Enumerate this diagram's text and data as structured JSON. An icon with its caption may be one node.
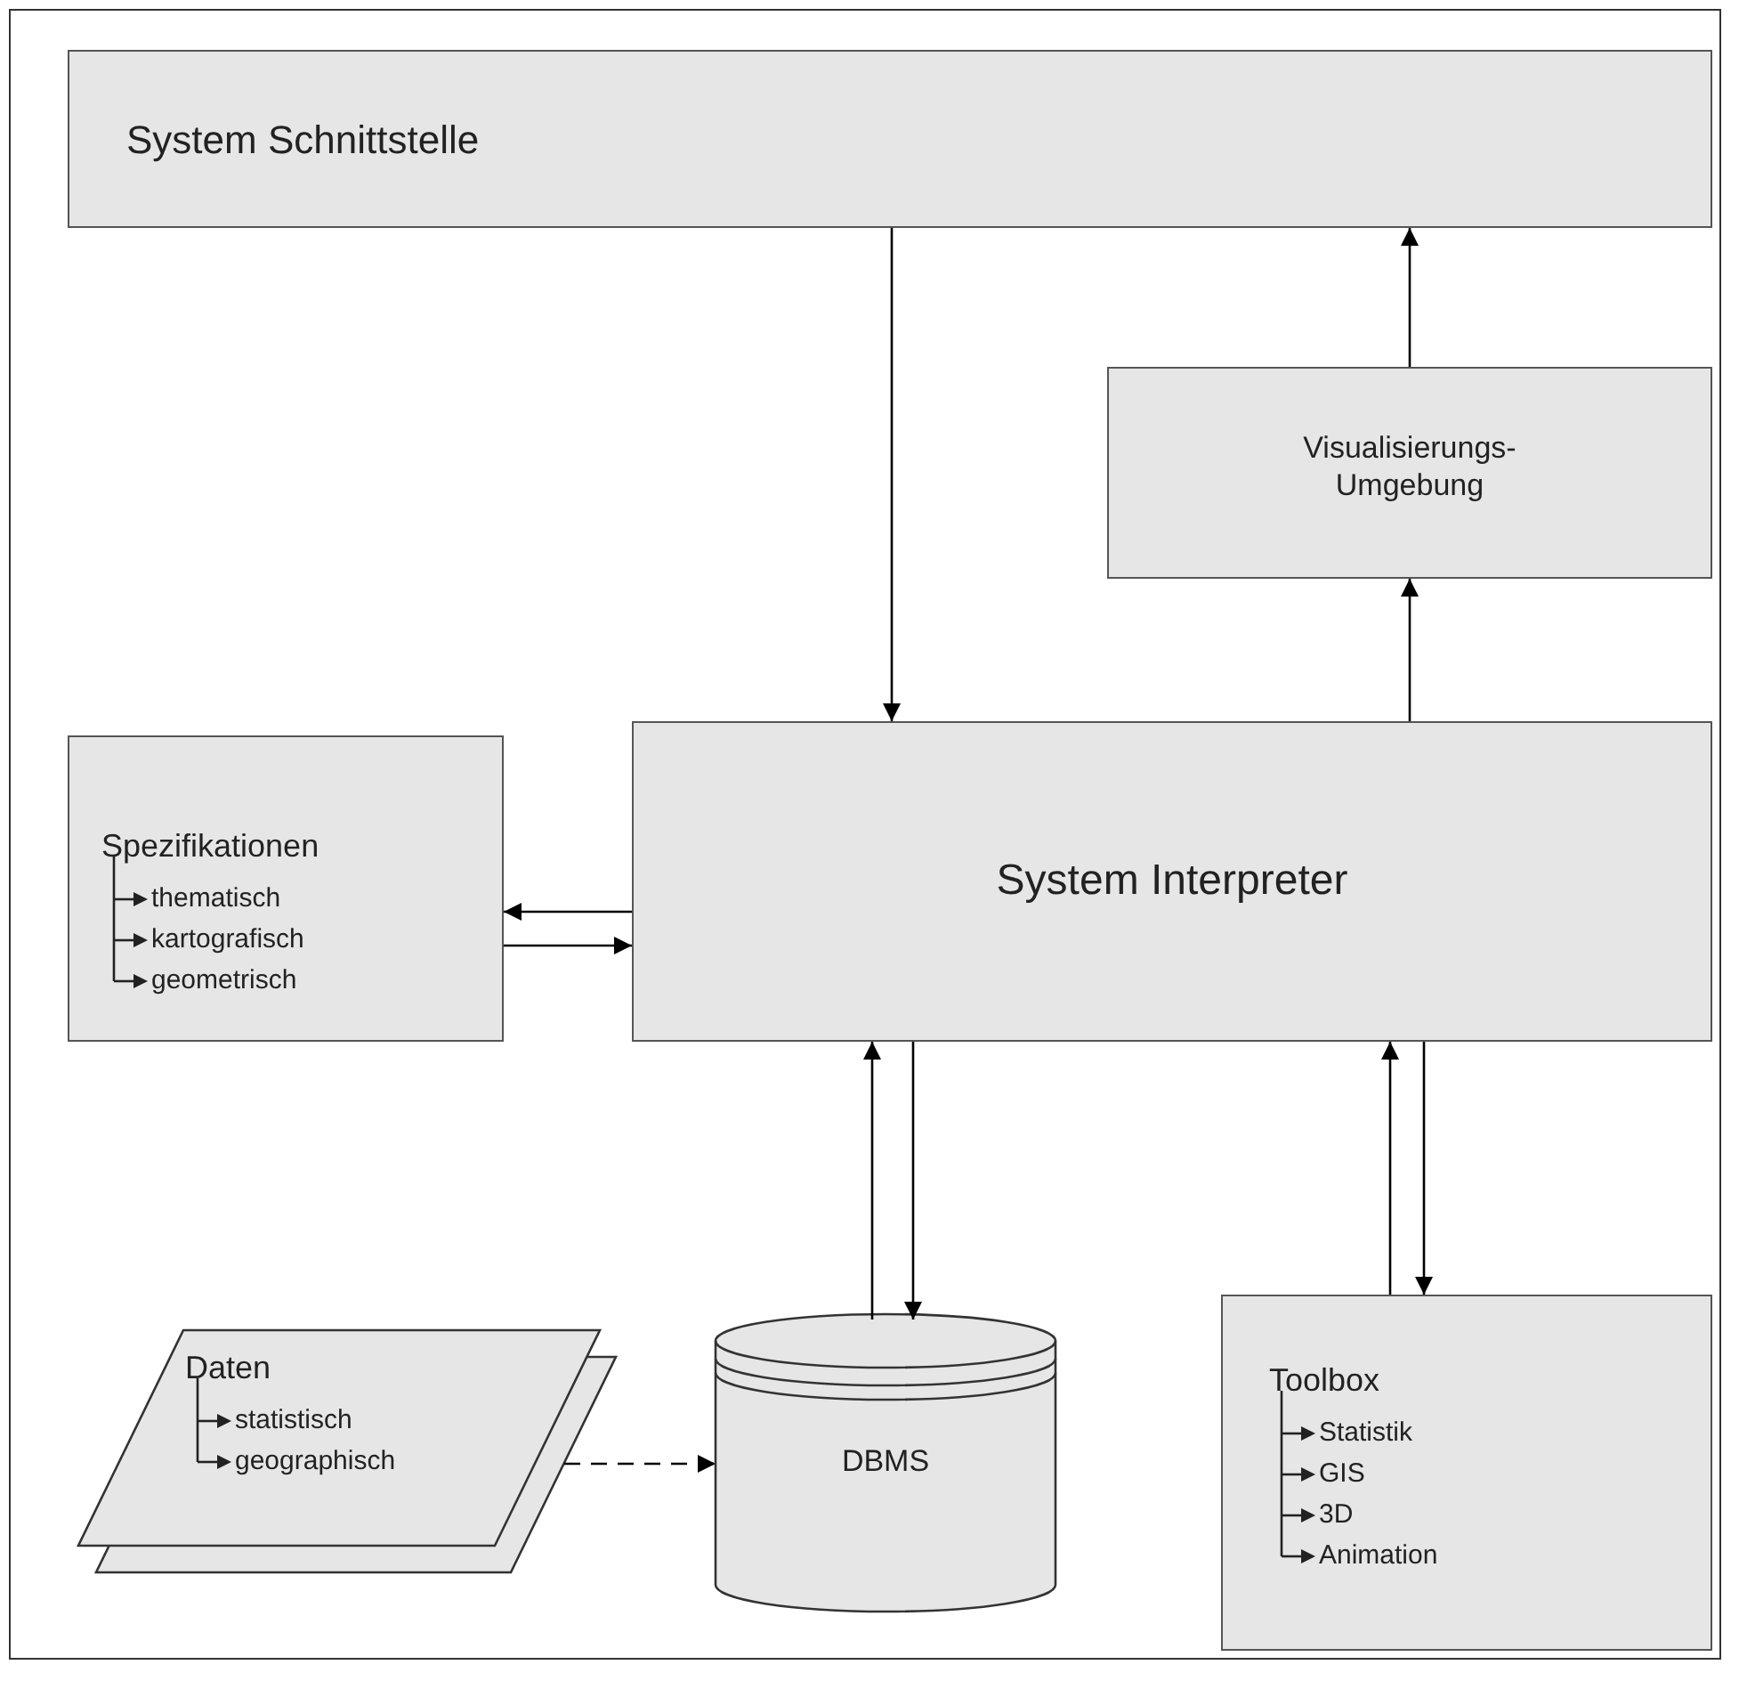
{
  "diagram": {
    "nodes": [
      {
        "text": [
          "System Schnittstelle"
        ]
      },
      {
        "text": [
          "Visualisierungs-Umgebung"
        ]
      },
      {
        "text": [
          "Spezifikationen",
          "thematisch",
          "kartografisch",
          "geometrisch"
        ]
      },
      {
        "text": [
          "System Interpreter"
        ]
      },
      {
        "text": [
          "Daten",
          "statistisch",
          "geographisch"
        ]
      },
      {
        "text": [
          "DBMS"
        ]
      },
      {
        "text": [
          "Toolbox",
          "Statistik",
          "GIS",
          "3D",
          "Animation"
        ]
      }
    ],
    "edges": [
      {
        "from": 0,
        "to": 3,
        "arrow": "to"
      },
      {
        "from": 3,
        "to": 1,
        "arrow": "to"
      },
      {
        "from": 1,
        "to": 0,
        "arrow": "to"
      },
      {
        "from": 3,
        "to": 2,
        "arrow": "to"
      },
      {
        "from": 2,
        "to": 3,
        "arrow": "to"
      },
      {
        "from": 5,
        "to": 3,
        "arrow": "to"
      },
      {
        "from": 3,
        "to": 5,
        "arrow": "to"
      },
      {
        "from": 6,
        "to": 3,
        "arrow": "to"
      },
      {
        "from": 3,
        "to": 6,
        "arrow": "to"
      },
      {
        "from": 4,
        "to": 5,
        "arrow": "to",
        "style": "dashed"
      }
    ]
  }
}
